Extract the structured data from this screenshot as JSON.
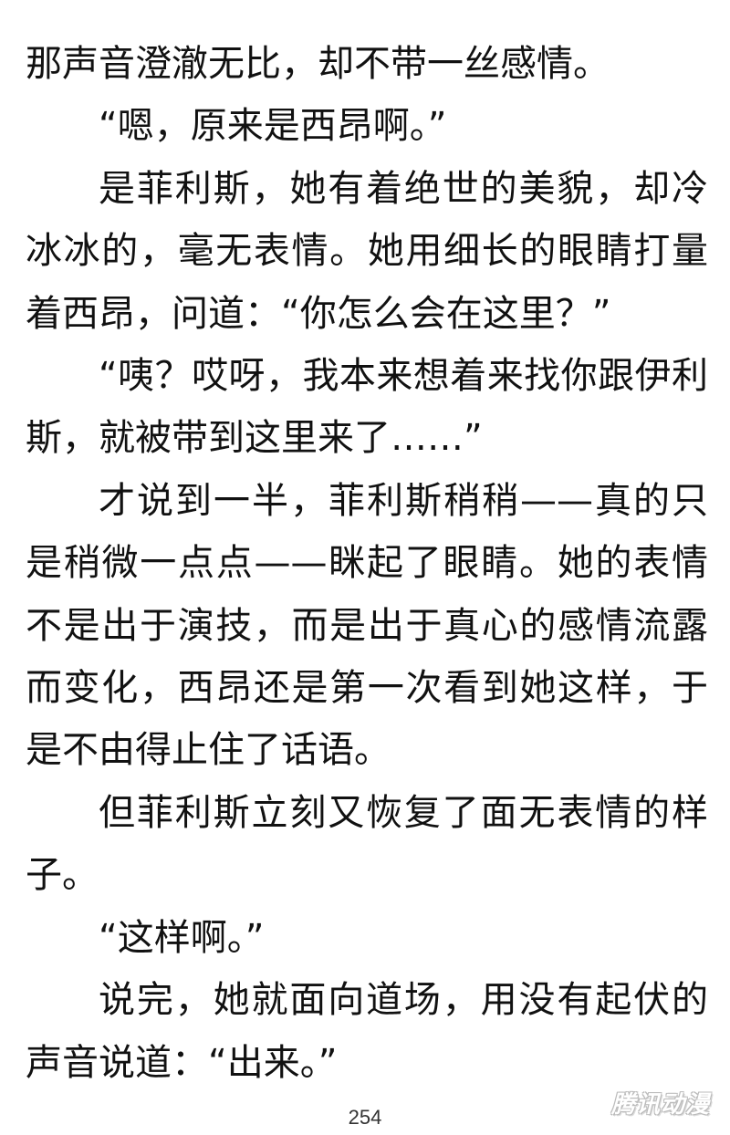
{
  "paragraphs": [
    {
      "text": "那声音澄澈无比，却不带一丝感情。",
      "indent": false
    },
    {
      "text": "“嗯，原来是西昂啊。”",
      "indent": true
    },
    {
      "text": "是菲利斯，她有着绝世的美貌，却冷冰冰的，毫无表情。她用细长的眼睛打量着西昂，问道：“你怎么会在这里？”",
      "indent": true
    },
    {
      "text": "“咦？哎呀，我本来想着来找你跟伊利斯，就被带到这里来了……”",
      "indent": true
    },
    {
      "text": "才说到一半，菲利斯稍稍——真的只是稍微一点点——眯起了眼睛。她的表情不是出于演技，而是出于真心的感情流露而变化，西昂还是第一次看到她这样，于是不由得止住了话语。",
      "indent": true
    },
    {
      "text": "但菲利斯立刻又恢复了面无表情的样子。",
      "indent": true
    },
    {
      "text": "“这样啊。”",
      "indent": true
    },
    {
      "text": "说完，她就面向道场，用没有起伏的声音说道：“出来。”",
      "indent": true
    }
  ],
  "page_number": "254",
  "watermark": "腾讯动漫"
}
